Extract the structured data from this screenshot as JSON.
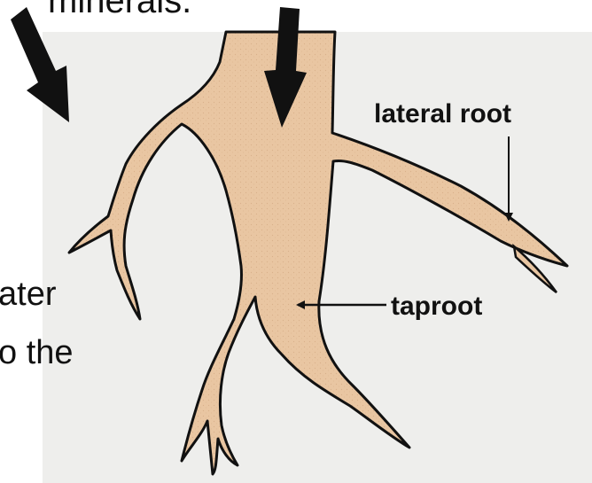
{
  "diagram": {
    "labels": {
      "lateral_root": "lateral root",
      "taproot": "taproot"
    },
    "partial_text": {
      "top": "minerals.",
      "left_line1": "ater",
      "left_line2": "o the"
    },
    "colors": {
      "root_fill": "#e9c6a2",
      "root_outline": "#111111",
      "background_panel": "#eeeeec",
      "arrow": "#111111"
    }
  }
}
